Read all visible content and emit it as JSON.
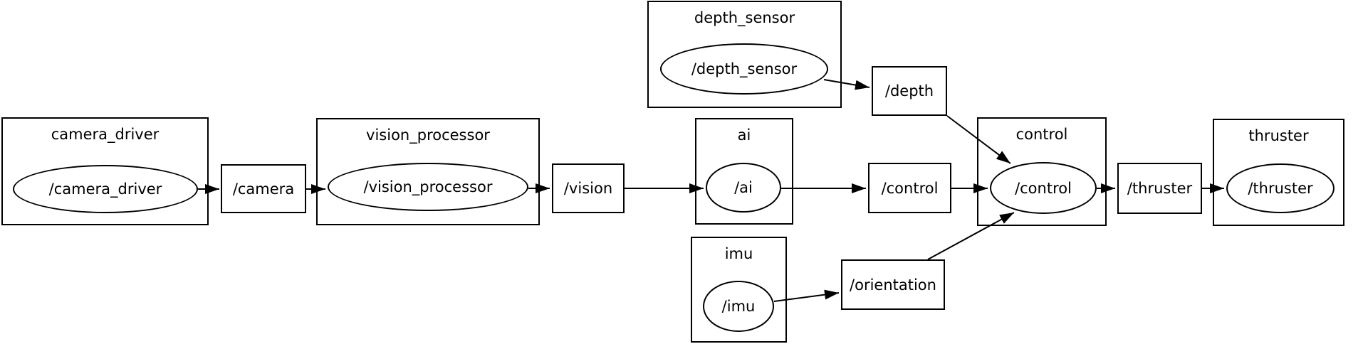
{
  "diagram": {
    "type": "ros-node-graph",
    "background_color": "#ffffff",
    "stroke_color": "#000000",
    "nodes": {
      "camera_driver": {
        "cluster_label": "camera_driver",
        "node_label": "/camera_driver"
      },
      "vision_processor": {
        "cluster_label": "vision_processor",
        "node_label": "/vision_processor"
      },
      "depth_sensor": {
        "cluster_label": "depth_sensor",
        "node_label": "/depth_sensor"
      },
      "ai": {
        "cluster_label": "ai",
        "node_label": "/ai"
      },
      "imu": {
        "cluster_label": "imu",
        "node_label": "/imu"
      },
      "control": {
        "cluster_label": "control",
        "node_label": "/control"
      },
      "thruster": {
        "cluster_label": "thruster",
        "node_label": "/thruster"
      }
    },
    "topics": {
      "camera": {
        "label": "/camera"
      },
      "vision": {
        "label": "/vision"
      },
      "control": {
        "label": "/control"
      },
      "thruster": {
        "label": "/thruster"
      },
      "depth": {
        "label": "/depth"
      },
      "orientation": {
        "label": "/orientation"
      }
    },
    "edges": [
      {
        "from": "/camera_driver",
        "to": "/camera"
      },
      {
        "from": "/camera",
        "to": "/vision_processor"
      },
      {
        "from": "/vision_processor",
        "to": "/vision"
      },
      {
        "from": "/vision",
        "to": "/ai"
      },
      {
        "from": "/ai",
        "to": "/control"
      },
      {
        "from": "/control",
        "to": "/control (node)"
      },
      {
        "from": "/control (node)",
        "to": "/thruster"
      },
      {
        "from": "/thruster",
        "to": "/thruster (node)"
      },
      {
        "from": "/depth_sensor",
        "to": "/depth"
      },
      {
        "from": "/depth",
        "to": "/control (node)"
      },
      {
        "from": "/imu",
        "to": "/orientation"
      },
      {
        "from": "/orientation",
        "to": "/control (node)"
      }
    ]
  }
}
